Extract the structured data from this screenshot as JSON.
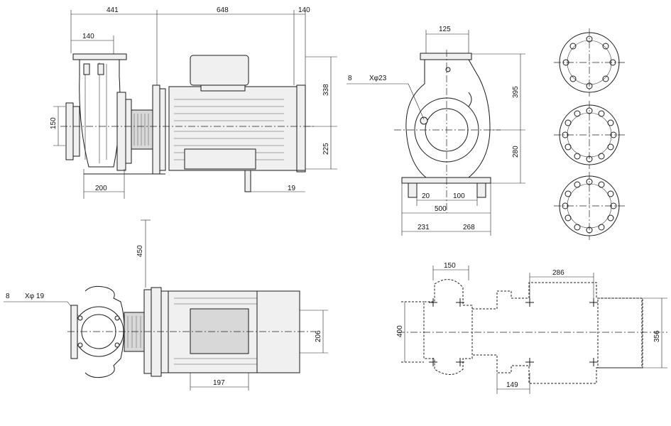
{
  "dimensions": {
    "side_view": {
      "overall_pump": "441",
      "motor_length": "648",
      "motor_end": "140",
      "flange_width": "140",
      "outlet_height": "150",
      "base_width": "200",
      "motor_height_top": "338",
      "motor_height_bottom": "225",
      "foot_offset": "19"
    },
    "front_view": {
      "top_flange": "125",
      "bolt_note_count": "8",
      "bolt_note_dia": "Xφ23",
      "height_top": "395",
      "height_bottom": "280",
      "foot_20": "20",
      "foot_100": "100",
      "base_500": "500",
      "left_231": "231",
      "right_268": "268"
    },
    "top_view": {
      "height_450": "450",
      "bolt_note_count": "8",
      "bolt_note_dia": "Xφ 19",
      "motor_width": "206",
      "foot_197": "197"
    },
    "footprint_view": {
      "flange_150": "150",
      "span_286": "286",
      "height_400": "400",
      "height_356": "356",
      "offset_149": "149"
    }
  }
}
